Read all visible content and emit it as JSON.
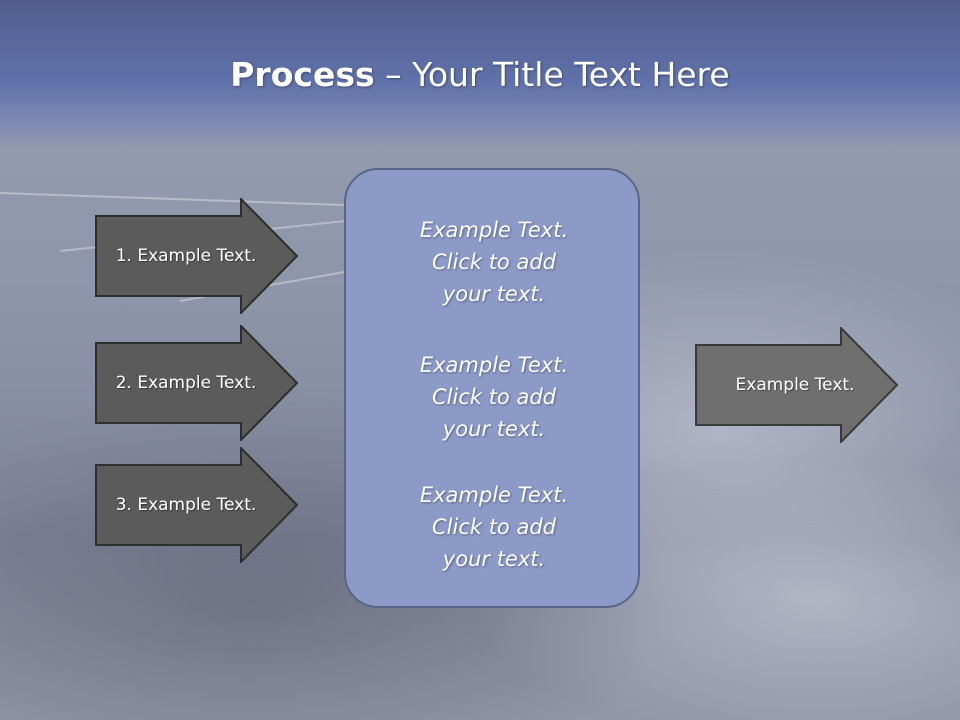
{
  "slide": {
    "title_bold": "Process",
    "title_rest": " – Your Title Text Here",
    "left_arrows": [
      {
        "label": "1. Example Text."
      },
      {
        "label": "2. Example Text."
      },
      {
        "label": "3. Example Text."
      }
    ],
    "center_box": {
      "items": [
        {
          "text": "Example Text.\nClick  to add\nyour text."
        },
        {
          "text": "Example Text.\nClick  to add\nyour text."
        },
        {
          "text": "Example Text.\nClick  to add\nyour text."
        }
      ]
    },
    "right_arrow": {
      "label": "Example Text."
    }
  },
  "colors": {
    "title_band": "#6072aa",
    "arrow_dark": "#5b5b5b",
    "arrow_light": "#6f6f6f",
    "center_fill": "#8c9ac8",
    "text": "#ffffff"
  }
}
